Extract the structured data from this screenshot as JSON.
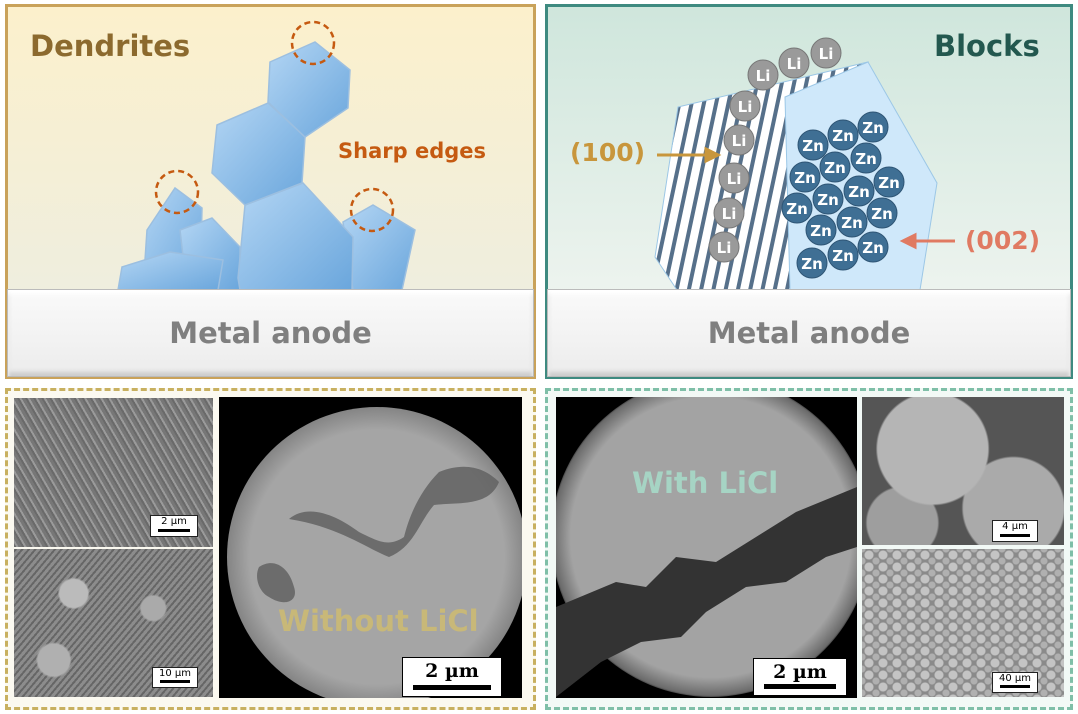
{
  "top_left": {
    "title": "Dendrites",
    "annotation": "Sharp edges",
    "base": "Metal anode"
  },
  "top_right": {
    "title": "Blocks",
    "facet_side": "(100)",
    "facet_top": "(002)",
    "base": "Metal anode",
    "li_label": "Li",
    "zn_label": "Zn"
  },
  "bottom_left": {
    "sem_top_scale": "2 µm",
    "sem_bottom_scale": "10 µm",
    "tem_label": "Without LiCl",
    "tem_scale": "2 µm"
  },
  "bottom_right": {
    "tem_label": "With LiCl",
    "tem_scale": "2 µm",
    "sem_top_scale": "4 µm",
    "sem_bottom_scale": "40 µm"
  },
  "colors": {
    "dendrite_border": "#c9a25a",
    "blocks_border": "#3e8a80",
    "dendrite_title": "#8c6a2e",
    "blocks_title": "#23584f",
    "sharp": "#c55a11",
    "facet_100": "#c8963c",
    "facet_002": "#e07a62",
    "zn": "#3f6f94",
    "li": "#9a9a9a"
  }
}
